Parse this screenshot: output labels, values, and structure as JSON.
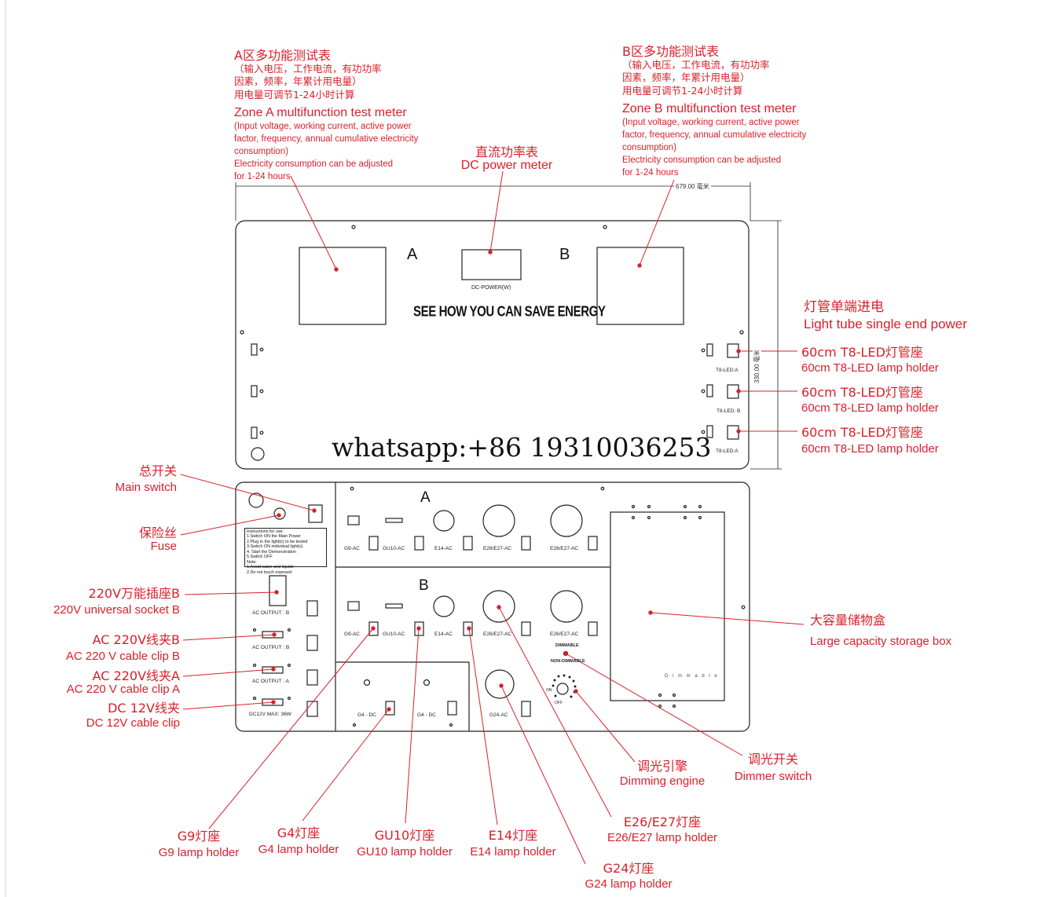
{
  "zone_a_meter": {
    "cn_title": "A区多功能测试表",
    "cn_line1": "（输入电压，工作电流，有功功率",
    "cn_line2": "因素，频率，年累计用电量）",
    "cn_line3": "用电量可调节1-24小时计算",
    "en_title": "Zone A multifunction test meter",
    "en_line1": "(Input voltage, working current, active power",
    "en_line2": " factor, frequency, annual cumulative electricity",
    "en_line3": "consumption)",
    "en_line4": "Electricity consumption can be adjusted",
    "en_line5": "for 1-24 hours"
  },
  "zone_b_meter": {
    "cn_title": "B区多功能测试表",
    "cn_line1": "（输入电压，工作电流，有功功率",
    "cn_line2": "因素，频率，年累计用电量）",
    "cn_line3": "用电量可调节1-24小时计算",
    "en_title": "Zone B multifunction test meter",
    "en_line1": "(Input voltage, working current, active power",
    "en_line2": " factor, frequency, annual cumulative electricity",
    "en_line3": "consumption)",
    "en_line4": "Electricity consumption can be adjusted",
    "en_line5": "for 1-24 hours"
  },
  "dc_meter": {
    "cn": "直流功率表",
    "en": "DC power meter"
  },
  "tube_power": {
    "cn": "灯管单端进电",
    "en": "Light tube single end power"
  },
  "t8_holders": [
    {
      "cn": "60cm T8-LED灯管座",
      "en": "60cm T8-LED lamp holder"
    },
    {
      "cn": "60cm T8-LED灯管座",
      "en": "60cm T8-LED lamp holder"
    },
    {
      "cn": "60cm T8-LED灯管座",
      "en": "60cm T8-LED lamp holder"
    }
  ],
  "left_callouts": {
    "main_switch": {
      "cn": "总开关",
      "en": "Main switch"
    },
    "fuse": {
      "cn": "保险丝",
      "en": "Fuse"
    },
    "socket_b": {
      "cn": "220V万能插座B",
      "en": "220V universal socket B"
    },
    "clip_b": {
      "cn": "AC 220V线夹B",
      "en": "AC 220 V cable clip B"
    },
    "clip_a": {
      "cn": "AC 220V线夹A",
      "en": "AC 220 V cable clip A"
    },
    "dc_clip": {
      "cn": "DC 12V线夹",
      "en": "DC 12V cable clip"
    }
  },
  "right_callouts": {
    "storage": {
      "cn": "大容量储物盒",
      "en": "Large capacity storage box"
    },
    "dimmer_switch": {
      "cn": "调光开关",
      "en": "Dimmer switch"
    },
    "dimming_engine": {
      "cn": "调光引擎",
      "en": "Dimming engine"
    }
  },
  "bottom_callouts": {
    "g9": {
      "cn": "G9灯座",
      "en": "G9 lamp holder"
    },
    "g4": {
      "cn": "G4灯座",
      "en": "G4 lamp holder"
    },
    "gu10": {
      "cn": "GU10灯座",
      "en": "GU10 lamp holder"
    },
    "e14": {
      "cn": "E14灯座",
      "en": "E14 lamp holder"
    },
    "e26": {
      "cn": "E26/E27灯座",
      "en": "E26/E27 lamp holder"
    },
    "g24": {
      "cn": "G24灯座",
      "en": "G24 lamp holder"
    }
  },
  "panel": {
    "letter_a": "A",
    "letter_b": "B",
    "dc_power_label": "DC-POWER(W)",
    "slogan": "SEE HOW YOU CAN SAVE ENERGY",
    "watermark": "whatsapp:+86 19310036253",
    "width_dim": "679.00 毫米",
    "height_dim": "330.00 毫米",
    "t8_labels": [
      "T8-LED:A",
      "T8-LED: B",
      "T8-LED:A"
    ]
  },
  "lower_panel": {
    "letter_a": "A",
    "letter_b": "B",
    "row_a_labels": [
      "G9-AC",
      "GU10-AC",
      "E14-AC",
      "E26/E27-AC",
      "E26/E27-AC"
    ],
    "row_b_labels": [
      "G9-AC",
      "GU10-AC",
      "E14-AC",
      "E26/E27-AC",
      "E26/E27-AC"
    ],
    "g4_labels": [
      "G4 - DC",
      "G4 - DC"
    ],
    "g24_label": "G24-AC",
    "ac_output_b": "AC OUTPUT : B",
    "ac_output_b2": "AC OUTPUT : B",
    "ac_output_a": "AC OUTPUT : A",
    "dc_output": "DC12V MAX: 36W",
    "dimmable": "DIMMABLE",
    "non_dimmable": "NON-DIMMABLE",
    "on": "ON",
    "off": "OFF",
    "storage_text": "D i m m a b l e",
    "instructions": "Instructions for use:\n1.Switch ON the Main Power\n2.Plug in the light(s) to be tested\n3.Switch ON individual light(s)\n4. Start the Demonstration\n5.Switch OFF\nNote:\n1.Avoid water and liquide\n2.Do not touch exposed"
  }
}
